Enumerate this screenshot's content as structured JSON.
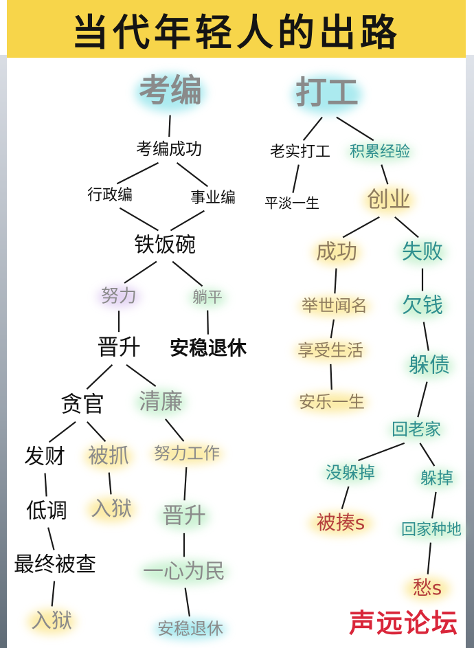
{
  "title": "当代年轻人的出路",
  "watermark": "声远论坛",
  "colors": {
    "title_bg": "#f7d54a",
    "black": "#111111",
    "gray": "#8a8a8a",
    "teal": "#2f8f8f",
    "tan": "#8e7b5e",
    "red": "#b43c3c",
    "teal_glow": "#8fe3ea",
    "yellow_glow": "#fbe58a",
    "purple_glow": "#dcc7f0",
    "green_glow": "#bdeec7"
  },
  "nodes": [
    {
      "id": "kaobian",
      "label": "考编",
      "color": "gray",
      "size": 46,
      "bold": true,
      "glow": "teal_glow"
    },
    {
      "id": "kbcg",
      "label": "考编成功",
      "color": "black",
      "size": 24
    },
    {
      "id": "xzb",
      "label": "行政编",
      "color": "black",
      "size": 22
    },
    {
      "id": "syb",
      "label": "事业编",
      "color": "black",
      "size": 22
    },
    {
      "id": "tfw",
      "label": "铁饭碗",
      "color": "black",
      "size": 30
    },
    {
      "id": "nuli1",
      "label": "努力",
      "color": "gray",
      "size": 26,
      "glow": "purple_glow"
    },
    {
      "id": "tangping",
      "label": "躺平",
      "color": "gray",
      "size": 22,
      "glow": "green_glow"
    },
    {
      "id": "jinsheng1",
      "label": "晋升",
      "color": "black",
      "size": 32
    },
    {
      "id": "awtx1",
      "label": "安稳退休",
      "color": "black",
      "size": 28,
      "bold": true
    },
    {
      "id": "tanguan",
      "label": "贪官",
      "color": "black",
      "size": 32
    },
    {
      "id": "qinglian",
      "label": "清廉",
      "color": "gray",
      "size": 32,
      "glow": "green_glow"
    },
    {
      "id": "facai",
      "label": "发财",
      "color": "black",
      "size": 30
    },
    {
      "id": "beizhua",
      "label": "被抓",
      "color": "gray",
      "size": 30,
      "glow": "yellow_glow"
    },
    {
      "id": "nlgz",
      "label": "努力工作",
      "color": "gray",
      "size": 24,
      "glow": "yellow_glow"
    },
    {
      "id": "didiao",
      "label": "低调",
      "color": "black",
      "size": 30
    },
    {
      "id": "ruyu1",
      "label": "入狱",
      "color": "gray",
      "size": 30,
      "glow": "yellow_glow"
    },
    {
      "id": "jinsheng2",
      "label": "晋升",
      "color": "gray",
      "size": 32,
      "glow": "green_glow"
    },
    {
      "id": "zzbc",
      "label": "最终被查",
      "color": "black",
      "size": 30
    },
    {
      "id": "yxwm",
      "label": "一心为民",
      "color": "gray",
      "size": 30,
      "glow": "green_glow"
    },
    {
      "id": "ruyu2",
      "label": "入狱",
      "color": "gray",
      "size": 30,
      "glow": "yellow_glow"
    },
    {
      "id": "awtx2",
      "label": "安稳退休",
      "color": "gray",
      "size": 24,
      "glow": "teal_glow"
    },
    {
      "id": "dagong",
      "label": "打工",
      "color": "gray",
      "size": 46,
      "bold": true,
      "glow": "teal_glow"
    },
    {
      "id": "lsdg",
      "label": "老实打工",
      "color": "black",
      "size": 22
    },
    {
      "id": "jljy",
      "label": "积累经验",
      "color": "teal",
      "size": 22,
      "glow": "green_glow"
    },
    {
      "id": "pdys",
      "label": "平淡一生",
      "color": "black",
      "size": 20
    },
    {
      "id": "chuangye",
      "label": "创业",
      "color": "tan",
      "size": 32,
      "glow": "yellow_glow"
    },
    {
      "id": "chenggong",
      "label": "成功",
      "color": "tan",
      "size": 30,
      "glow": "yellow_glow"
    },
    {
      "id": "shibai",
      "label": "失败",
      "color": "teal",
      "size": 30,
      "glow": "green_glow"
    },
    {
      "id": "jswm",
      "label": "举世闻名",
      "color": "tan",
      "size": 24,
      "glow": "yellow_glow"
    },
    {
      "id": "qianqian",
      "label": "欠钱",
      "color": "teal",
      "size": 30,
      "glow": "green_glow"
    },
    {
      "id": "xssh",
      "label": "享受生活",
      "color": "tan",
      "size": 24,
      "glow": "yellow_glow"
    },
    {
      "id": "duozhai",
      "label": "躲债",
      "color": "teal",
      "size": 30,
      "glow": "green_glow"
    },
    {
      "id": "alys",
      "label": "安乐一生",
      "color": "tan",
      "size": 24,
      "glow": "yellow_glow"
    },
    {
      "id": "hlj",
      "label": "回老家",
      "color": "teal",
      "size": 24,
      "glow": "green_glow"
    },
    {
      "id": "mdd",
      "label": "没躲掉",
      "color": "teal",
      "size": 24,
      "glow": "green_glow"
    },
    {
      "id": "duodiao",
      "label": "躲掉",
      "color": "teal",
      "size": 24,
      "glow": "green_glow"
    },
    {
      "id": "beicou",
      "label": "被揍s",
      "color": "red",
      "size": 28,
      "glow": "yellow_glow"
    },
    {
      "id": "hjzd",
      "label": "回家种地",
      "color": "teal",
      "size": 22,
      "glow": "green_glow"
    },
    {
      "id": "chou",
      "label": "愁s",
      "color": "red",
      "size": 28,
      "glow": "yellow_glow"
    }
  ],
  "edges": [
    [
      "kaobian",
      "kbcg"
    ],
    [
      "kbcg",
      "xzb"
    ],
    [
      "kbcg",
      "syb"
    ],
    [
      "xzb",
      "tfw"
    ],
    [
      "syb",
      "tfw"
    ],
    [
      "tfw",
      "nuli1"
    ],
    [
      "tfw",
      "tangping"
    ],
    [
      "nuli1",
      "jinsheng1"
    ],
    [
      "tangping",
      "awtx1"
    ],
    [
      "jinsheng1",
      "tanguan"
    ],
    [
      "jinsheng1",
      "qinglian"
    ],
    [
      "tanguan",
      "facai"
    ],
    [
      "tanguan",
      "beizhua"
    ],
    [
      "qinglian",
      "nlgz"
    ],
    [
      "facai",
      "didiao"
    ],
    [
      "beizhua",
      "ruyu1"
    ],
    [
      "nlgz",
      "jinsheng2"
    ],
    [
      "didiao",
      "zzbc"
    ],
    [
      "jinsheng2",
      "yxwm"
    ],
    [
      "zzbc",
      "ruyu2"
    ],
    [
      "yxwm",
      "awtx2"
    ],
    [
      "dagong",
      "lsdg"
    ],
    [
      "dagong",
      "jljy"
    ],
    [
      "lsdg",
      "pdys"
    ],
    [
      "jljy",
      "chuangye"
    ],
    [
      "chuangye",
      "chenggong"
    ],
    [
      "chuangye",
      "shibai"
    ],
    [
      "chenggong",
      "jswm"
    ],
    [
      "shibai",
      "qianqian"
    ],
    [
      "jswm",
      "xssh"
    ],
    [
      "qianqian",
      "duozhai"
    ],
    [
      "xssh",
      "alys"
    ],
    [
      "duozhai",
      "hlj"
    ],
    [
      "hlj",
      "mdd"
    ],
    [
      "hlj",
      "duodiao"
    ],
    [
      "mdd",
      "beicou"
    ],
    [
      "duodiao",
      "hjzd"
    ],
    [
      "hjzd",
      "chou"
    ]
  ]
}
